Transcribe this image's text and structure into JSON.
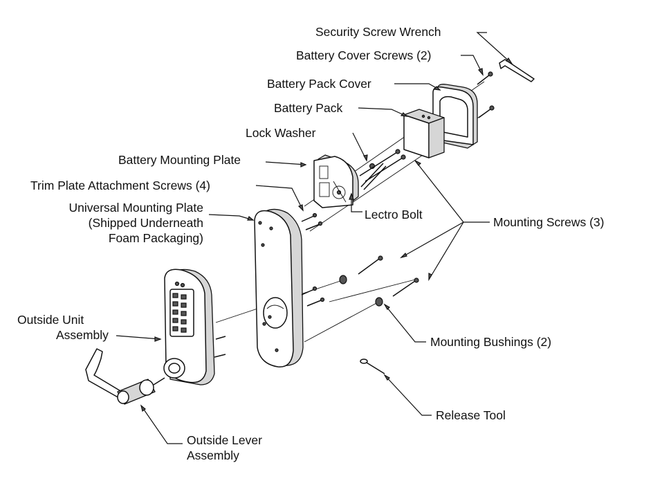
{
  "labels": {
    "security_screw_wrench": "Security Screw Wrench",
    "battery_cover_screws": "Battery Cover Screws (2)",
    "battery_pack_cover": "Battery Pack Cover",
    "battery_pack": "Battery Pack",
    "lock_washer": "Lock Washer",
    "battery_mounting_plate": "Battery Mounting Plate",
    "trim_plate_screws": "Trim Plate Attachment Screws (4)",
    "universal_plate_l1": "Universal Mounting Plate",
    "universal_plate_l2": "(Shipped Underneath",
    "universal_plate_l3": "Foam Packaging)",
    "lectro_bolt": "Lectro Bolt",
    "mounting_screws": "Mounting Screws (3)",
    "outside_unit_l1": "Outside Unit",
    "outside_unit_l2": "Assembly",
    "mounting_bushings": "Mounting Bushings (2)",
    "release_tool": "Release Tool",
    "outside_lever_l1": "Outside Lever",
    "outside_lever_l2": "Assembly"
  }
}
